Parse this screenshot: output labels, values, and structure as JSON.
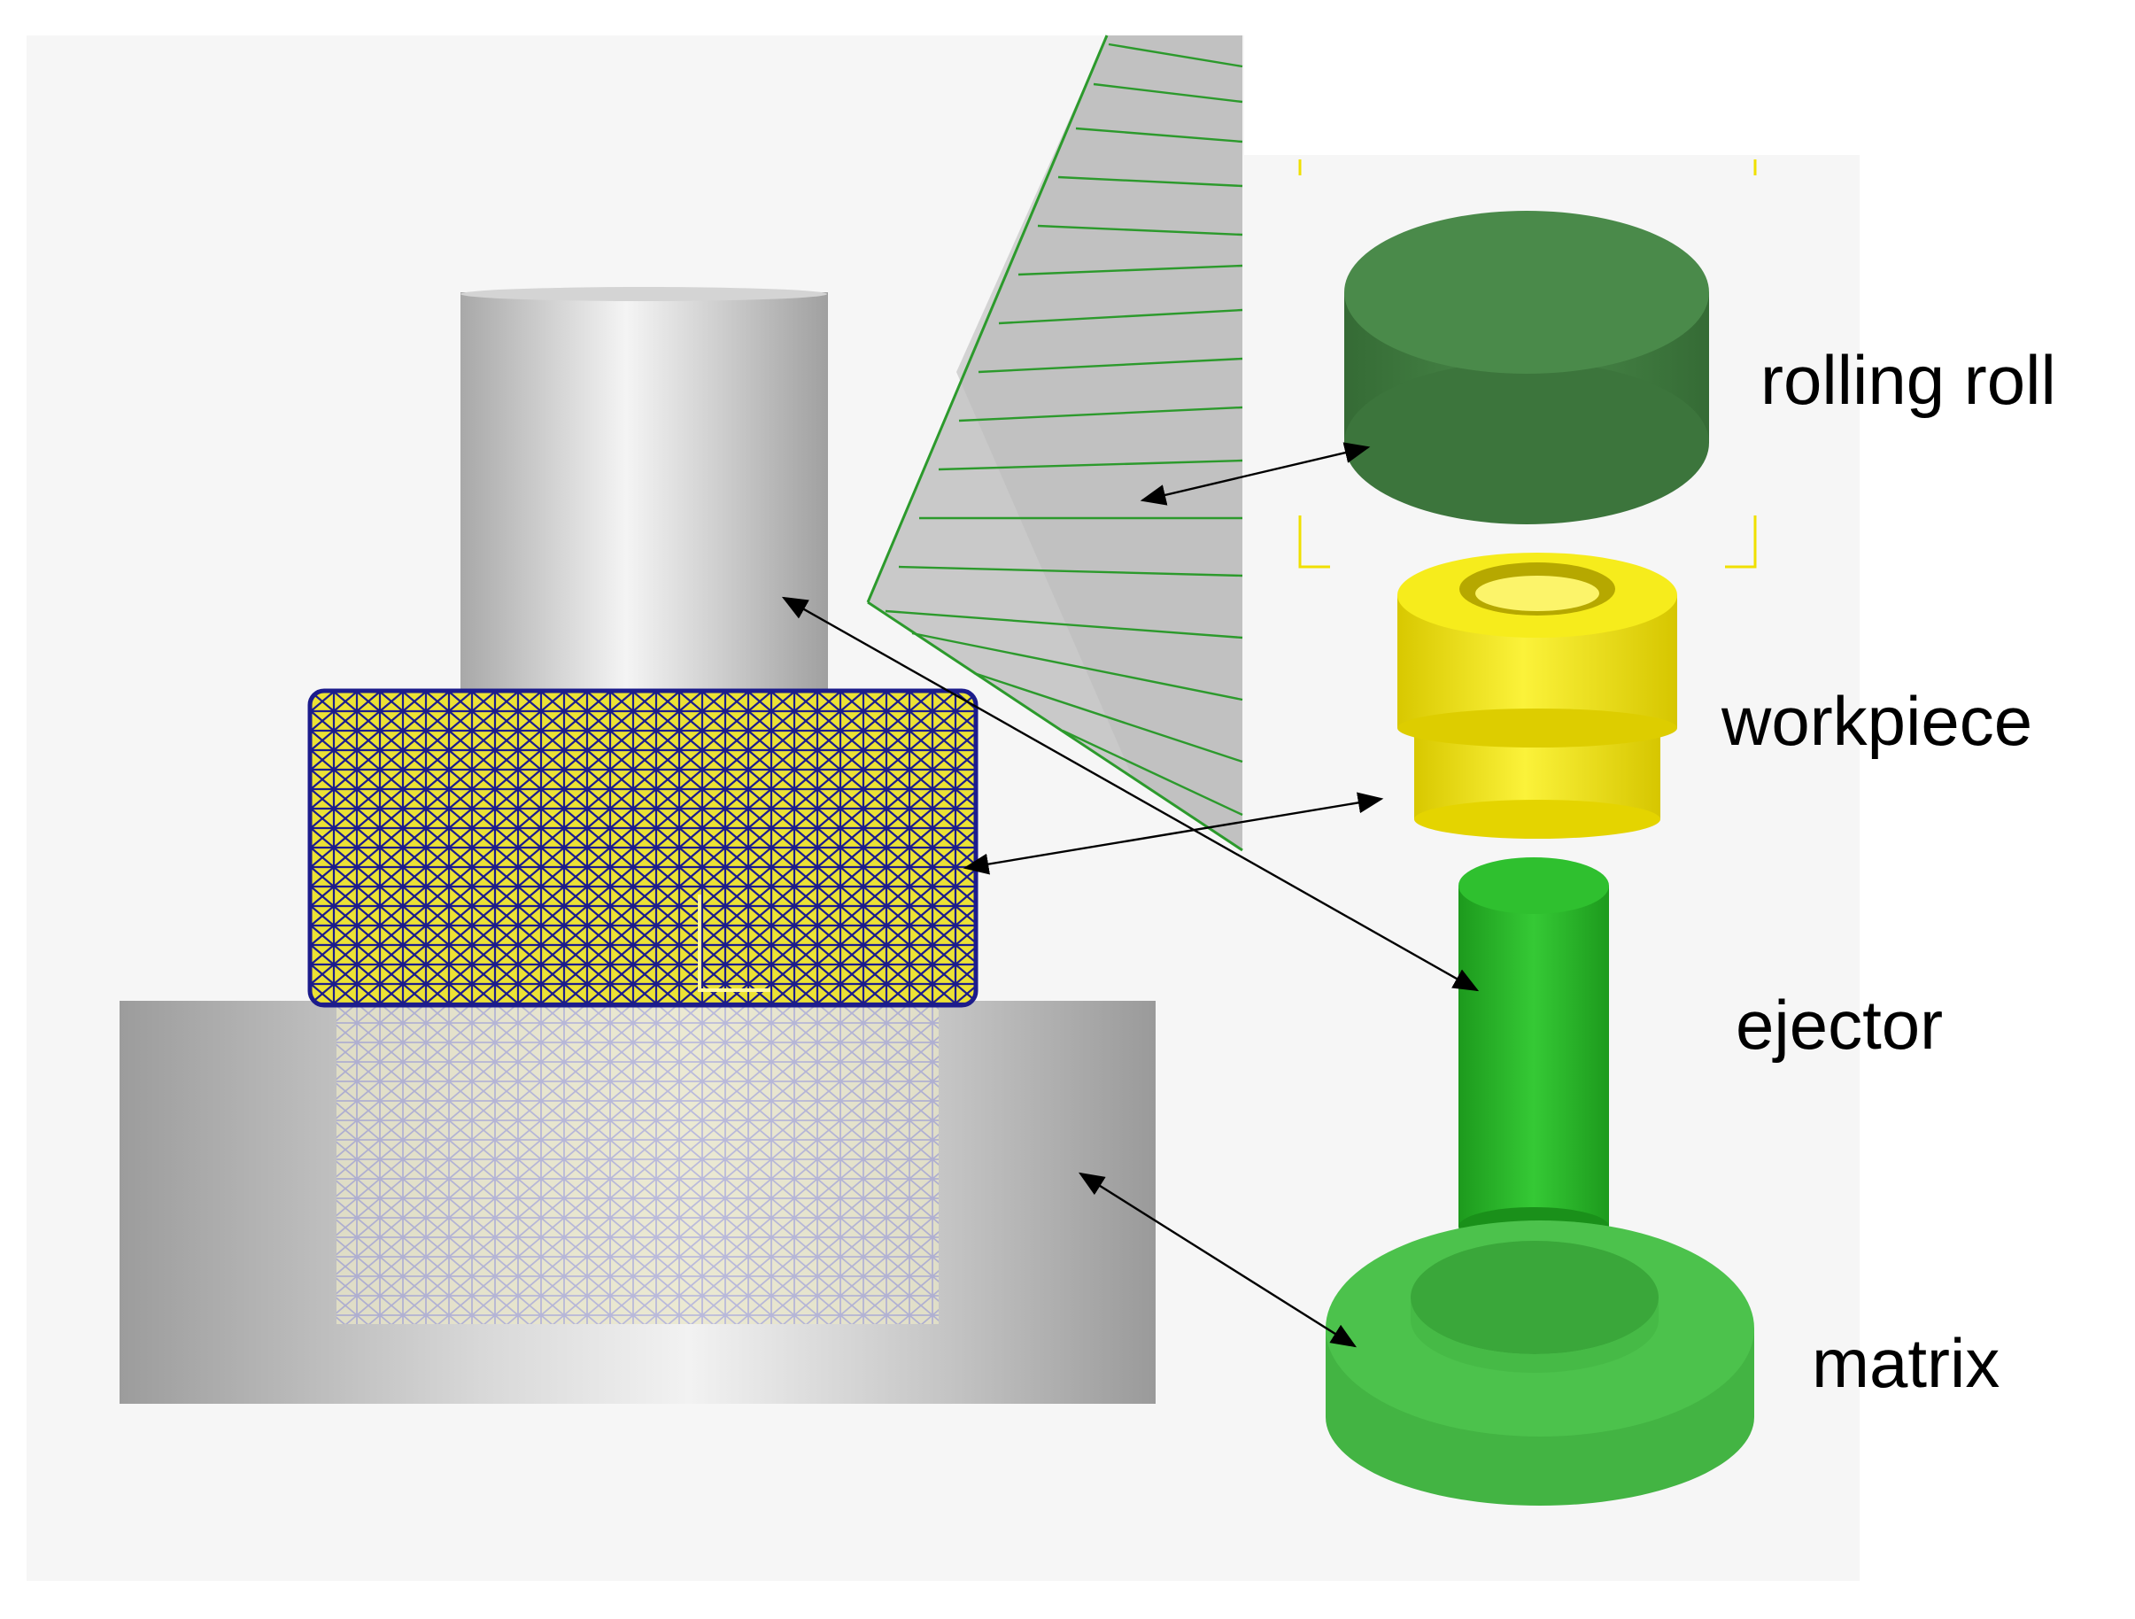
{
  "labels": {
    "rolling_roll": "rolling roll",
    "workpiece": "workpiece",
    "ejector": "ejector",
    "matrix": "matrix"
  },
  "colors": {
    "background": "#ffffff",
    "panel": "#f6f6f6",
    "grey_part": "#c8c8c8",
    "roll_green": "#3f7f3f",
    "workpiece_yellow": "#f3e60f",
    "ejector_green": "#22b522",
    "matrix_green": "#45bb45",
    "mesh_blue": "#1c1c8c",
    "roll_mesh_green": "#2c9a2c",
    "arrow": "#000000"
  }
}
